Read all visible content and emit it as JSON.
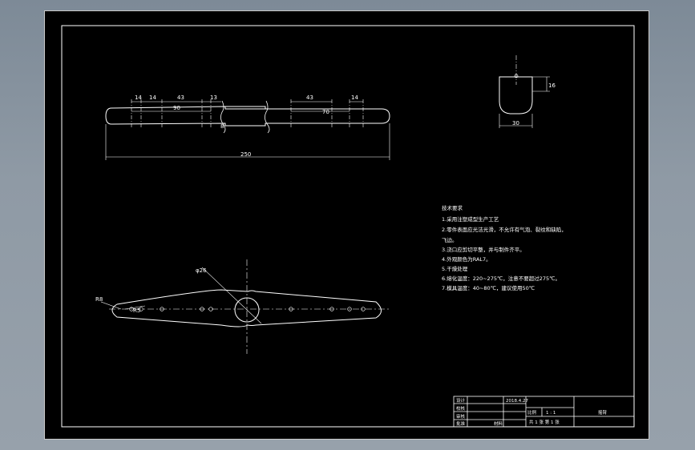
{
  "drawing": {
    "dims": {
      "top_14a": "14",
      "top_14b": "14",
      "top_43a": "43",
      "top_90": "90",
      "top_13": "13",
      "top_8": "8",
      "top_43b": "43",
      "top_70": "70",
      "top_14c": "14",
      "overall_250": "250",
      "section_16": "16",
      "section_30": "30",
      "diam_26": "φ26",
      "radius_r8": "R8",
      "small_r": "R5"
    },
    "notes": {
      "title": "技术要求",
      "lines": [
        "1.采用注塑成型生产工艺",
        "2.零件表面应光洁光滑，不允许有气泡、裂纹和缺陷，",
        "飞边。",
        "3.浇口应剪切平整，并与制件齐平。",
        "4.外观颜色为RAL7。",
        "5.干燥处理",
        "6.熔化温度：220~275℃，注意不要超过275℃。",
        "7.模具温度：40~80℃，建议使用50℃"
      ]
    },
    "title_block": {
      "r1c1": "设计",
      "date": "2018.4.27",
      "r2c1": "校核",
      "r3c1": "审核",
      "r4c1": "批准",
      "r4c3": "材料",
      "scale_label": "比例",
      "scale_value": "1 : 1",
      "sheet_text": "共 1 张 第 1 张",
      "part_name": "摇臂"
    }
  }
}
